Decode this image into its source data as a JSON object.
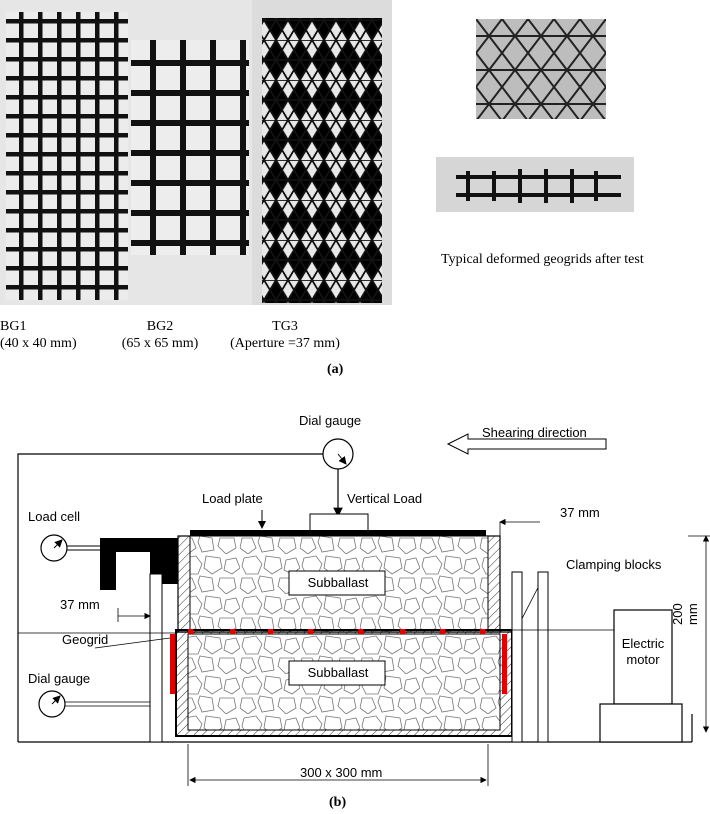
{
  "panel_a": {
    "samples": [
      {
        "name": "BG1",
        "spec": "(40 x 40 mm)"
      },
      {
        "name": "BG2",
        "spec": "(65 x 65 mm)"
      },
      {
        "name": "TG3",
        "spec": "(Aperture =37 mm)"
      }
    ],
    "deformed_caption": "Typical deformed geogrids after test",
    "label": "(a)"
  },
  "panel_b": {
    "dial_gauge_top": "Dial gauge",
    "shearing_direction": "Shearing direction",
    "load_plate": "Load plate",
    "vertical_load": "Vertical Load",
    "dim_37_right": "37 mm",
    "load_cell": "Load cell",
    "clamping_blocks": "Clamping blocks",
    "subballast_upper": "Subballast",
    "subballast_lower": "Subballast",
    "dim_37_left": "37 mm",
    "geogrid": "Geogrid",
    "electric_motor_line1": "Electric",
    "electric_motor_line2": "motor",
    "dim_200": "200 mm",
    "dial_gauge_left": "Dial gauge",
    "dim_300": "300 x 300 mm",
    "label": "(b)"
  }
}
